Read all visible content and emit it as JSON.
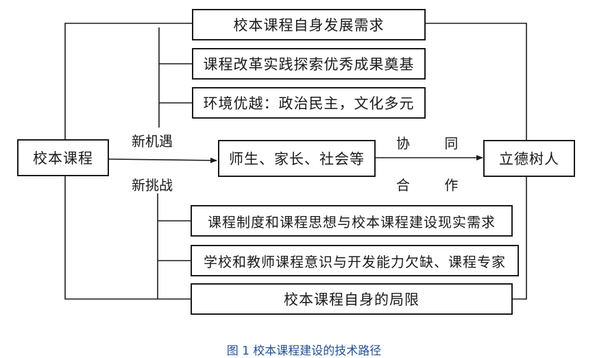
{
  "diagram": {
    "source": "校本课程",
    "center": "师生、家长、社会等",
    "target": "立德树人",
    "opportunity_label": "新机遇",
    "challenge_label": "新挑战",
    "cooperation_top": "协 同",
    "cooperation_bottom": "合 作",
    "opportunities": [
      "校本课程自身发展需求",
      "课程改革实践探索优秀成果奠基",
      "环境优越：政治民主，文化多元"
    ],
    "challenges": [
      "课程制度和课程思想与校本课程建设现实需求",
      "学校和教师课程意识与开发能力欠缺、课程专家",
      "校本课程自身的局限"
    ]
  },
  "caption": "图 1  校本课程建设的技术路径",
  "colors": {
    "stroke": "#1a1a1a",
    "caption": "#1f4e9c"
  }
}
